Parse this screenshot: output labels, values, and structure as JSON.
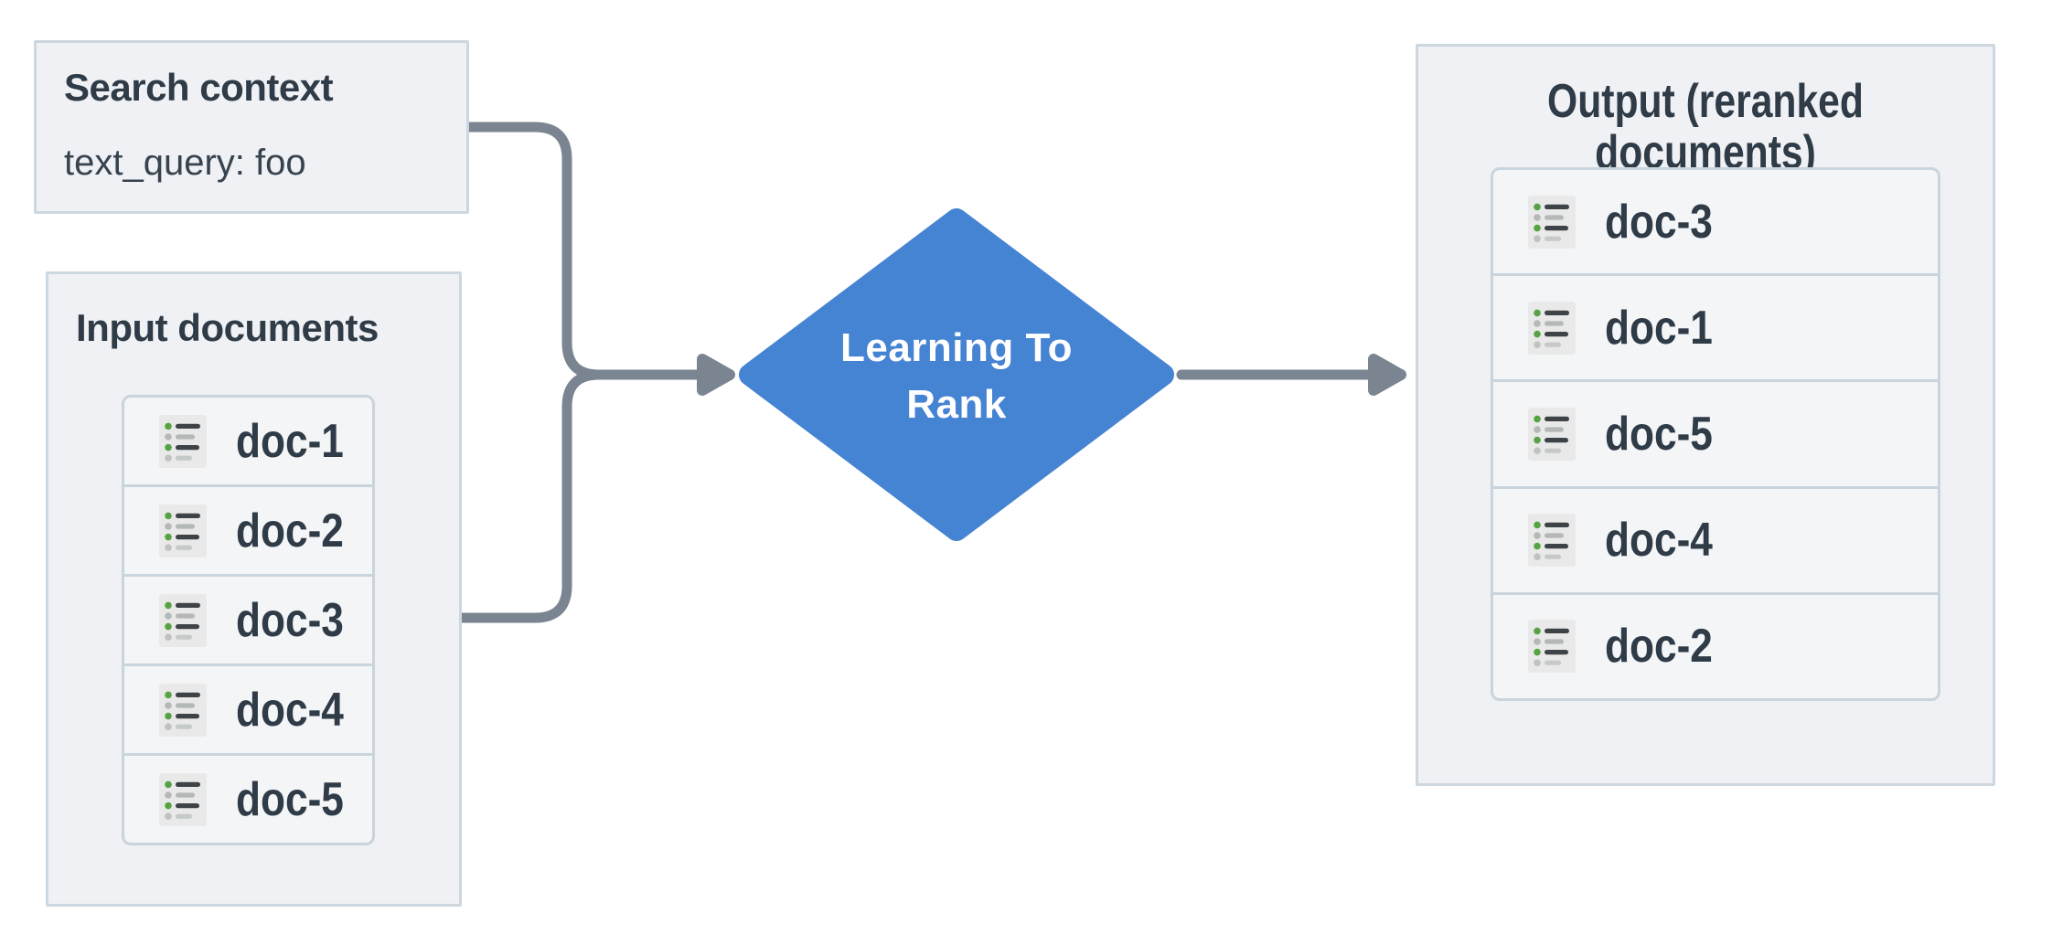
{
  "diagram": {
    "search_context": {
      "title": "Search context",
      "query": "text_query: foo"
    },
    "input_documents": {
      "title": "Input documents",
      "items": [
        {
          "label": "doc-1"
        },
        {
          "label": "doc-2"
        },
        {
          "label": "doc-3"
        },
        {
          "label": "doc-4"
        },
        {
          "label": "doc-5"
        }
      ]
    },
    "process": {
      "label_lines": [
        "Learning To",
        "Rank"
      ]
    },
    "output_documents": {
      "title": "Output (reranked documents)",
      "items": [
        {
          "label": "doc-3"
        },
        {
          "label": "doc-1"
        },
        {
          "label": "doc-5"
        },
        {
          "label": "doc-4"
        },
        {
          "label": "doc-2"
        }
      ]
    },
    "icons": {
      "doc_row_icon": "document-list-icon"
    },
    "colors": {
      "diamond_fill": "#4583d3",
      "diamond_text": "#ffffff",
      "arrow": "#7a8591",
      "box_fill": "#eff1f4",
      "box_border": "#ccd7df",
      "list_fill": "#f3f5f7",
      "list_border": "#c9d4dc",
      "text_dark": "#2f3b47",
      "icon_background": "#e9e9e9",
      "icon_green": "#57a344",
      "icon_gray": "#b5b8b8",
      "icon_dark_line": "#3d4347"
    }
  }
}
